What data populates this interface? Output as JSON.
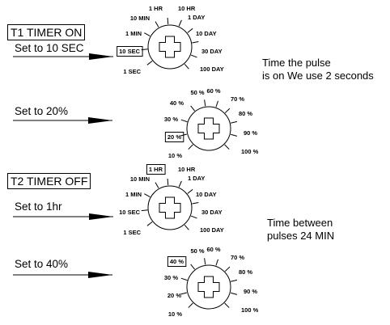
{
  "sections": [
    {
      "title": "T1 TIMER ON",
      "instruction": "Set to 10 SEC"
    },
    {
      "instruction": "Set to 20%"
    },
    {
      "title": "T2 TIMER OFF",
      "instruction": "Set to 1hr"
    },
    {
      "instruction": "Set to 40%"
    }
  ],
  "notes": {
    "pulse_on": [
      "Time the pulse",
      "is on We use 2 seconds"
    ],
    "pulse_between": [
      "Time between",
      "pulses 24 MIN"
    ]
  },
  "time_dial_labels": [
    "1 SEC",
    "10 SEC",
    "1 MIN",
    "10 MIN",
    "1 HR",
    "10 HR",
    "1 DAY",
    "10 DAY",
    "30 DAY",
    "100 DAY"
  ],
  "percent_dial_labels": [
    "10 %",
    "20 %",
    "30 %",
    "40 %",
    "50 %",
    "60 %",
    "70 %",
    "80 %",
    "90 %",
    "100 %"
  ],
  "selections": {
    "t1_time": "10 SEC",
    "t1_percent": "20 %",
    "t2_time": "1 HR",
    "t2_percent": "40 %"
  }
}
